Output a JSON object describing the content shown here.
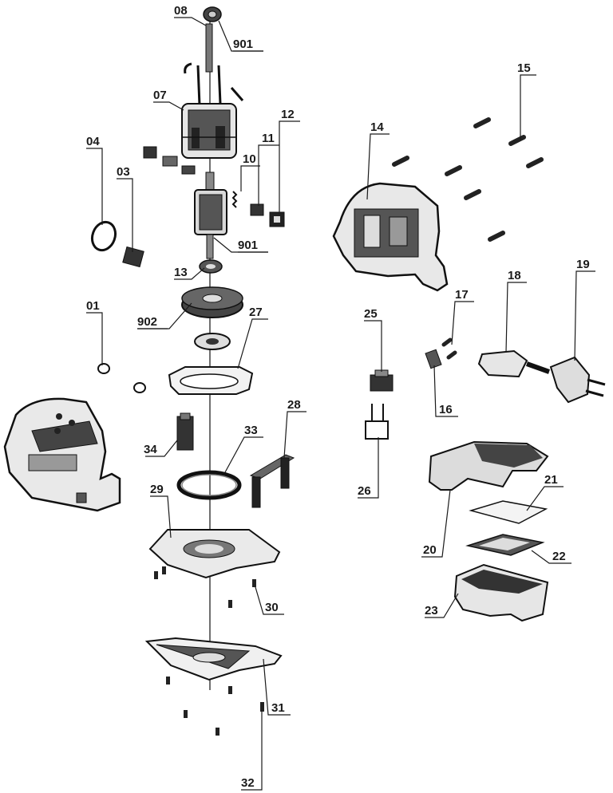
{
  "diagram": {
    "type": "exploded-parts-view",
    "part_labels": [
      {
        "id": "p08",
        "text": "08"
      },
      {
        "id": "p901a",
        "text": "901"
      },
      {
        "id": "p07",
        "text": "07"
      },
      {
        "id": "p04",
        "text": "04"
      },
      {
        "id": "p03",
        "text": "03"
      },
      {
        "id": "p10",
        "text": "10"
      },
      {
        "id": "p11",
        "text": "11"
      },
      {
        "id": "p12",
        "text": "12"
      },
      {
        "id": "p901b",
        "text": "901"
      },
      {
        "id": "p13",
        "text": "13"
      },
      {
        "id": "p01",
        "text": "01"
      },
      {
        "id": "p902",
        "text": "902"
      },
      {
        "id": "p27",
        "text": "27"
      },
      {
        "id": "p34",
        "text": "34"
      },
      {
        "id": "p33",
        "text": "33"
      },
      {
        "id": "p28",
        "text": "28"
      },
      {
        "id": "p29",
        "text": "29"
      },
      {
        "id": "p30",
        "text": "30"
      },
      {
        "id": "p31",
        "text": "31"
      },
      {
        "id": "p32",
        "text": "32"
      },
      {
        "id": "p14",
        "text": "14"
      },
      {
        "id": "p15",
        "text": "15"
      },
      {
        "id": "p25",
        "text": "25"
      },
      {
        "id": "p26",
        "text": "26"
      },
      {
        "id": "p17",
        "text": "17"
      },
      {
        "id": "p16",
        "text": "16"
      },
      {
        "id": "p18",
        "text": "18"
      },
      {
        "id": "p19",
        "text": "19"
      },
      {
        "id": "p20",
        "text": "20"
      },
      {
        "id": "p21",
        "text": "21"
      },
      {
        "id": "p22",
        "text": "22"
      },
      {
        "id": "p23",
        "text": "23"
      }
    ]
  }
}
